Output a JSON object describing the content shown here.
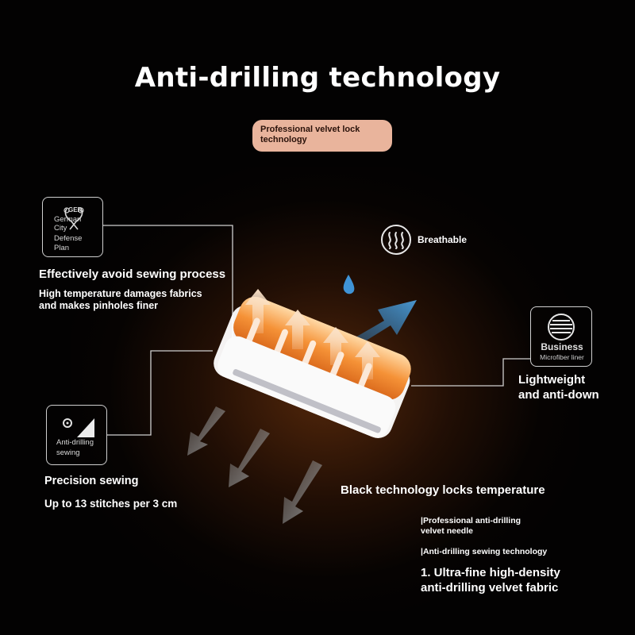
{
  "title": "Anti-drilling technology",
  "pill": {
    "line1": "Professional velvet lock",
    "line2": "technology"
  },
  "badges": {
    "defense": {
      "lines": [
        "GER",
        "German",
        "City",
        "Defense",
        "Plan"
      ],
      "icon": "scissors-icon"
    },
    "sewing": {
      "line1": "Anti-drilling",
      "line2": "sewing",
      "icon": "needle-icon"
    },
    "business": {
      "main": "Business",
      "sub": "Microfiber liner",
      "icon": "striped-circle-icon"
    }
  },
  "features": {
    "avoid_sewing": {
      "heading": "Effectively avoid sewing process",
      "line1": "High temperature damages fabrics",
      "line2": "and makes pinholes finer"
    },
    "precision": {
      "heading": "Precision sewing",
      "detail": "Up to 13 stitches per 3 cm"
    },
    "lightweight": {
      "line1": "Lightweight",
      "line2": "and anti-down"
    },
    "breathable": {
      "label": "Breathable",
      "icon": "heat-waves-icon"
    },
    "black_tech": {
      "heading": "Black technology locks temperature"
    },
    "list": {
      "item1_line1": "|Professional anti-drilling",
      "item1_line2": "velvet needle",
      "item2": "|Anti-drilling sewing technology",
      "item3_line1": "1. Ultra-fine high-density",
      "item3_line2": "anti-drilling velvet fabric"
    }
  },
  "colors": {
    "background": "#030202",
    "pill": "#e9b49c",
    "glow": "#8c4614",
    "fabric_orange": "#f08a2a",
    "arrow_blue": "#3e86c0",
    "arrow_cream": "#f3d6bf",
    "arrow_grey": "#7c7c7c"
  }
}
